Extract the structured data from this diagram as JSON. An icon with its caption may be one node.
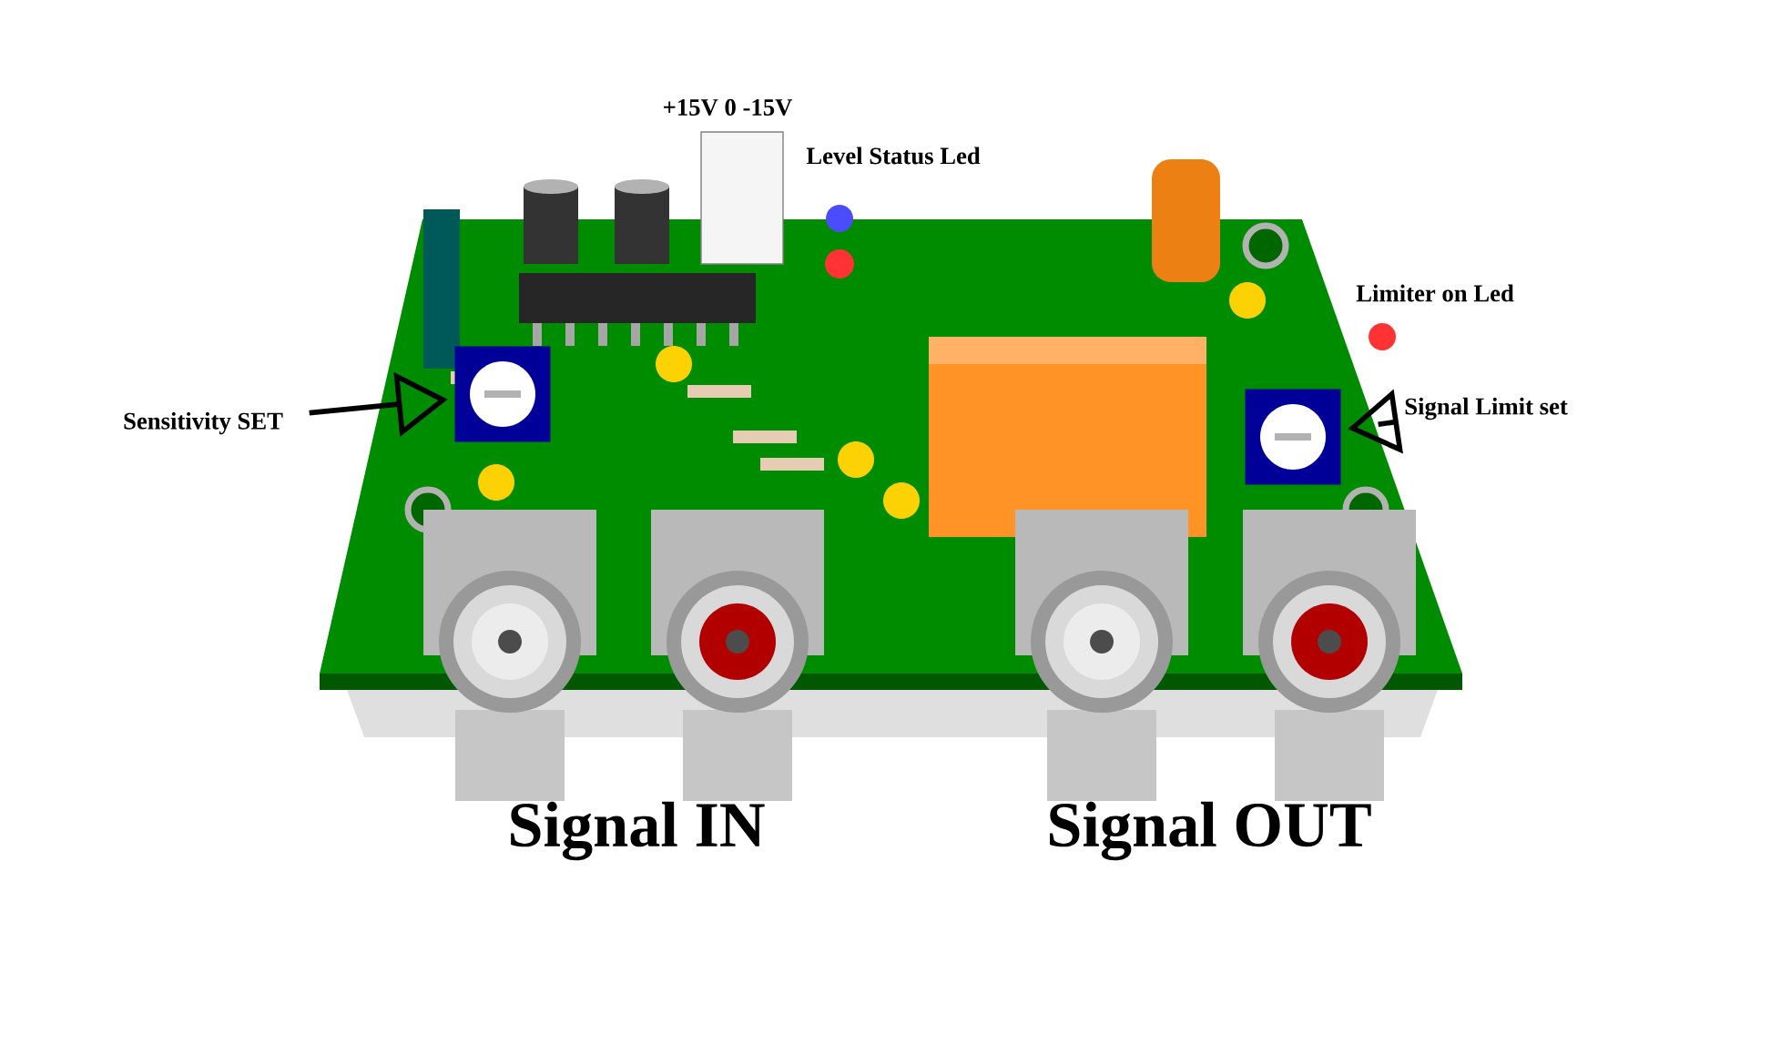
{
  "diagram": {
    "nodes": [
      {
        "text": [
          "Sensitivity SET"
        ]
      },
      {
        "text": [],
        "shape": "box"
      },
      {
        "text": [
          "Signal Limit set"
        ]
      },
      {
        "text": [],
        "shape": "box"
      }
    ],
    "edges": [
      {
        "from": 0,
        "to": 1,
        "arrow": "to"
      },
      {
        "from": 2,
        "to": 3,
        "arrow": "to"
      }
    ],
    "labels": [
      "+15V 0 -15V",
      "Level Status Led",
      "Limiter on Led",
      "Signal IN",
      "Signal OUT"
    ]
  }
}
